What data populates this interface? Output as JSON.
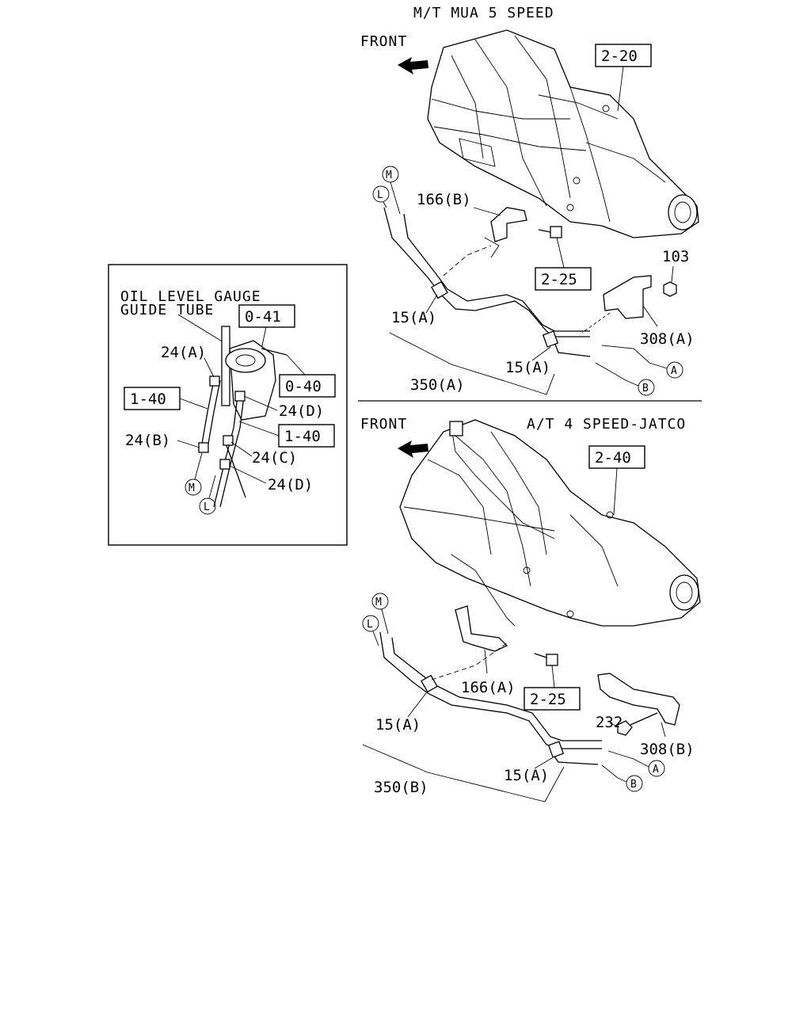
{
  "titles": {
    "manual": "M/T MUA 5 SPEED",
    "automatic": "A/T 4 SPEED-JATCO"
  },
  "front_labels": [
    "FRONT",
    "FRONT"
  ],
  "inset": {
    "heading_line1": "OIL LEVEL GAUGE",
    "heading_line2": "GUIDE TUBE",
    "refs": [
      "0-41",
      "0-40",
      "1-40",
      "1-40"
    ],
    "labels": [
      "24(A)",
      "24(D)",
      "24(B)",
      "24(C)",
      "24(D)"
    ],
    "markers": [
      "M",
      "L"
    ]
  },
  "manual_section": {
    "refs": [
      "2-20",
      "2-25"
    ],
    "labels": [
      "166(B)",
      "103",
      "15(A)",
      "308(A)",
      "350(A)",
      "15(A)"
    ],
    "markers": [
      "M",
      "L",
      "A",
      "B"
    ]
  },
  "automatic_section": {
    "refs": [
      "2-40",
      "2-25"
    ],
    "labels": [
      "166(A)",
      "232",
      "15(A)",
      "308(B)",
      "350(B)",
      "15(A)"
    ],
    "markers": [
      "M",
      "L",
      "A",
      "B"
    ]
  }
}
